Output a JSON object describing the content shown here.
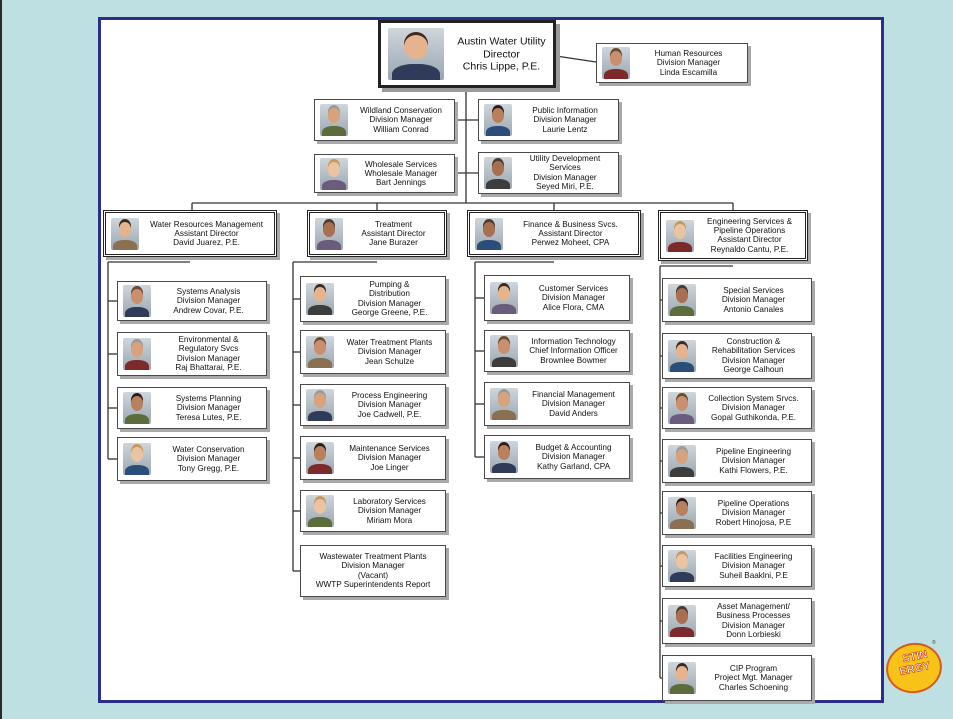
{
  "slide": {
    "frame_color": "#2b2e8a",
    "background_color": "#bfe0e3",
    "logo": {
      "line1": "STIN",
      "line2": "ERGY",
      "mark": "®",
      "icon": "austin-energy-logo"
    }
  },
  "org": {
    "director": {
      "lines": [
        "Austin Water Utility",
        "Director",
        "Chris Lippe, P.E."
      ],
      "photo": "person-photo"
    },
    "staff": [
      {
        "lines": [
          "Human Resources",
          "Division Manager",
          "Linda Escamilla"
        ]
      },
      {
        "lines": [
          "Wildland Conservation",
          "Division Manager",
          "William Conrad"
        ]
      },
      {
        "lines": [
          "Public Information",
          "Division Manager",
          "Laurie Lentz"
        ]
      },
      {
        "lines": [
          "Wholesale Services",
          "Wholesale Manager",
          "Bart Jennings"
        ]
      },
      {
        "lines": [
          "Utility Development",
          "Services",
          "Division Manager",
          "Seyed Miri, P.E."
        ]
      }
    ],
    "columns": [
      {
        "head": {
          "lines": [
            "Water Resources Management",
            "Assistant Director",
            "David Juarez, P.E."
          ]
        },
        "divisions": [
          {
            "lines": [
              "Systems Analysis",
              "Division Manager",
              "Andrew Covar, P.E."
            ]
          },
          {
            "lines": [
              "Environmental &",
              "Regulatory Svcs",
              "Division Manager",
              "Raj Bhattarai, P.E."
            ]
          },
          {
            "lines": [
              "Systems Planning",
              "Division Manager",
              "Teresa Lutes, P.E."
            ]
          },
          {
            "lines": [
              "Water Conservation",
              "Division Manager",
              "Tony Gregg, P.E."
            ]
          }
        ]
      },
      {
        "head": {
          "lines": [
            "Treatment",
            "Assistant Director",
            "Jane Burazer"
          ]
        },
        "divisions": [
          {
            "lines": [
              "Pumping &",
              "Distribution",
              "Division Manager",
              "George Greene, P.E."
            ]
          },
          {
            "lines": [
              "Water Treatment Plants",
              "Division Manager",
              "Jean Schulze"
            ]
          },
          {
            "lines": [
              "Process Engineering",
              "Division Manager",
              "Joe Cadwell, P.E."
            ]
          },
          {
            "lines": [
              "Maintenance Services",
              "Division Manager",
              "Joe Linger"
            ]
          },
          {
            "lines": [
              "Laboratory Services",
              "Division Manager",
              "Miriam Mora"
            ]
          },
          {
            "lines": [
              "Wastewater Treatment Plants",
              "Division Manager",
              "(Vacant)",
              "WWTP  Superintendents  Report"
            ]
          }
        ]
      },
      {
        "head": {
          "lines": [
            "Finance & Business Svcs.",
            "Assistant Director",
            "Perwez Moheet, CPA"
          ]
        },
        "divisions": [
          {
            "lines": [
              "Customer Services",
              "Division Manager",
              "Alice Flora, CMA"
            ]
          },
          {
            "lines": [
              "Information Technology",
              "Chief Information Officer",
              "Brownlee Bowmer"
            ]
          },
          {
            "lines": [
              "Financial Management",
              "Division Manager",
              "David Anders"
            ]
          },
          {
            "lines": [
              "Budget & Accounting",
              "Division Manager",
              "Kathy Garland, CPA"
            ]
          }
        ]
      },
      {
        "head": {
          "lines": [
            "Engineering Services &",
            "Pipeline Operations",
            "Assistant Director",
            "Reynaldo Cantu, P.E."
          ]
        },
        "divisions": [
          {
            "lines": [
              "Special Services",
              "Division Manager",
              "Antonio Canales"
            ]
          },
          {
            "lines": [
              "Construction &",
              "Rehabilitation Services",
              "Division Manager",
              "George Calhoun"
            ]
          },
          {
            "lines": [
              "Collection System Srvcs.",
              "Division Manager",
              "Gopal Guthikonda, P.E."
            ]
          },
          {
            "lines": [
              "Pipeline Engineering",
              "Division Manager",
              "Kathi Flowers, P.E."
            ]
          },
          {
            "lines": [
              "Pipeline Operations",
              "Division Manager",
              "Robert Hinojosa, P.E"
            ]
          },
          {
            "lines": [
              "Facilities Engineering",
              "Division Manager",
              "Suheil Baaklni, P.E"
            ]
          },
          {
            "lines": [
              "Asset Management/",
              "Business Processes",
              "Division Manager",
              "Donn Lorbieski"
            ]
          },
          {
            "lines": [
              "CIP Program",
              "Project Mgt. Manager",
              "Charles Schoening"
            ]
          }
        ]
      }
    ]
  }
}
